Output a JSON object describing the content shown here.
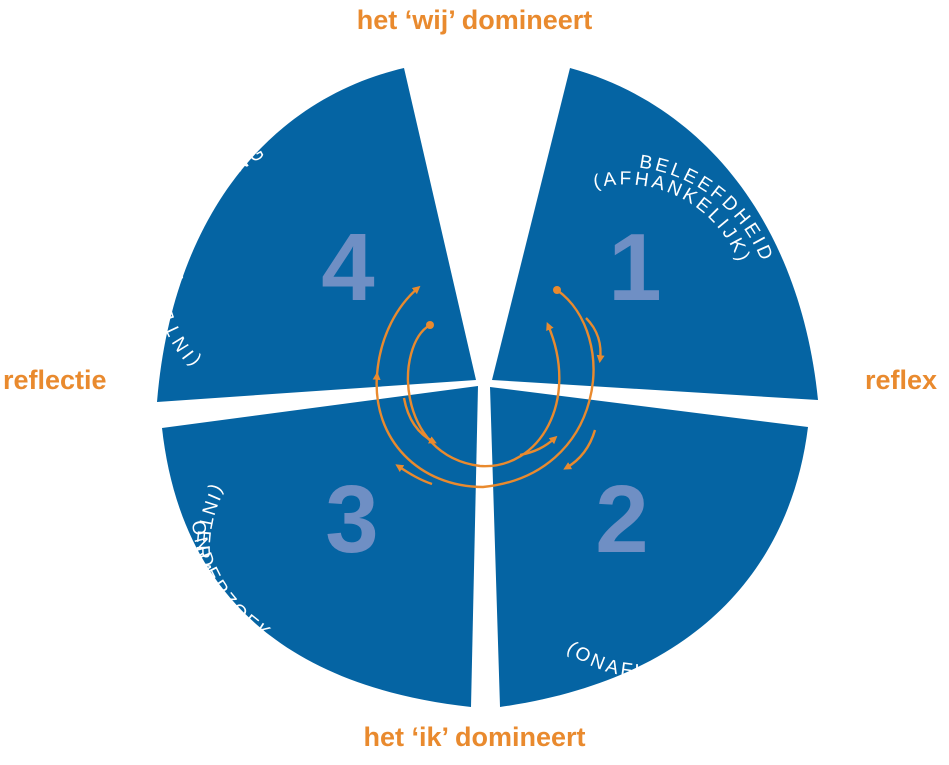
{
  "axes": {
    "top": "het ‘wij’ domineert",
    "bottom": "het ‘ik’ domineert",
    "left": "reflectie",
    "right": "reflex"
  },
  "quadrants": [
    {
      "id": "q1",
      "number": "1",
      "title": "BELEEFDHEID",
      "subtitle": "(AFHANKELIJK)"
    },
    {
      "id": "q2",
      "number": "2",
      "title": "STORMING",
      "subtitle": "(ONAFHANKELIJK)"
    },
    {
      "id": "q3",
      "number": "3",
      "title": "ONDERZOEK",
      "subtitle": "(INTERAFHANKELIJK)"
    },
    {
      "id": "q4",
      "number": "4",
      "title": "PERFORMING",
      "subtitle": "(INTERAFHANKELIJK)"
    }
  ],
  "colors": {
    "segment": "#0564a3",
    "number": "#6f8fc4",
    "segment_text": "#ffffff",
    "accent": "#e98a2e",
    "background": "#ffffff"
  },
  "icons": {
    "cycle_arrows": "circular-arrows-icon"
  }
}
